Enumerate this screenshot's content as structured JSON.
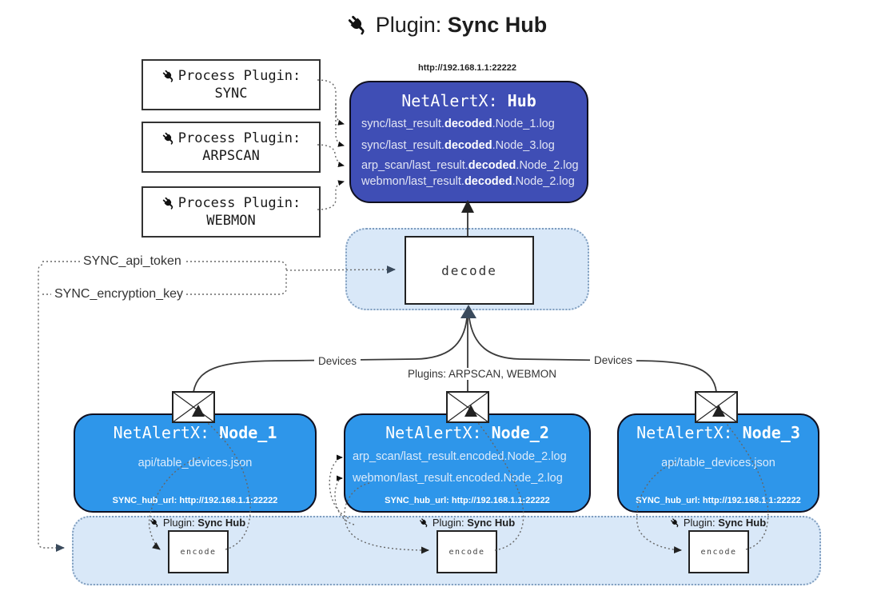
{
  "title": {
    "prefix": "Plugin:",
    "name": "Sync Hub"
  },
  "process_plugins": [
    {
      "label": "Process Plugin:",
      "name": "SYNC"
    },
    {
      "label": "Process Plugin:",
      "name": "ARPSCAN"
    },
    {
      "label": "Process Plugin:",
      "name": "WEBMON"
    }
  ],
  "hub": {
    "url": "http://192.168.1.1:22222",
    "title_prefix": "NetAlertX:",
    "title_name": "Hub",
    "logs": [
      {
        "pre": "sync/last_result.",
        "mid": "decoded",
        "post": ".Node_1.log"
      },
      {
        "pre": "sync/last_result.",
        "mid": "decoded",
        "post": ".Node_3.log"
      },
      {
        "pre": "arp_scan/last_result.",
        "mid": "decoded",
        "post": ".Node_2.log"
      },
      {
        "pre": "webmon/last_result.",
        "mid": "decoded",
        "post": ".Node_2.log"
      }
    ]
  },
  "decode": {
    "label": "decode"
  },
  "tokens": {
    "api_token": "SYNC_api_token",
    "encryption_key": "SYNC_encryption_key"
  },
  "edge_labels": {
    "devices_left": "Devices",
    "devices_right": "Devices",
    "plugins_mid": "Plugins: ARPSCAN, WEBMON"
  },
  "nodes": [
    {
      "title_prefix": "NetAlertX:",
      "title_name": "Node_1",
      "lines": [
        "api/table_devices.json"
      ],
      "hub_url": "SYNC_hub_url: http://192.168.1.1:22222"
    },
    {
      "title_prefix": "NetAlertX:",
      "title_name": "Node_2",
      "lines": [
        "arp_scan/last_result.encoded.Node_2.log",
        "webmon/last_result.encoded.Node_2.log"
      ],
      "hub_url": "SYNC_hub_url: http://192.168.1.1:22222"
    },
    {
      "title_prefix": "NetAlertX:",
      "title_name": "Node_3",
      "lines": [
        "api/table_devices.json"
      ],
      "hub_url": "SYNC_hub_url: http://192.168.1.1:22222"
    }
  ],
  "encode_band": {
    "units": [
      {
        "plugin_prefix": "Plugin:",
        "plugin_name": "Sync Hub",
        "encode_label": "encode"
      },
      {
        "plugin_prefix": "Plugin:",
        "plugin_name": "Sync Hub",
        "encode_label": "encode"
      },
      {
        "plugin_prefix": "Plugin:",
        "plugin_name": "Sync Hub",
        "encode_label": "encode"
      }
    ]
  },
  "colors": {
    "hub_fill": "#3F4EB5",
    "node_fill": "#2E96EA",
    "panel_fill": "#D9E8F8",
    "panel_border": "#7F9DBE",
    "line": "#3A3A3A",
    "dotted": "#666666",
    "arrow_big": "#3A4A5C",
    "text_dark": "#222222",
    "text_light": "#FFFFFF"
  }
}
